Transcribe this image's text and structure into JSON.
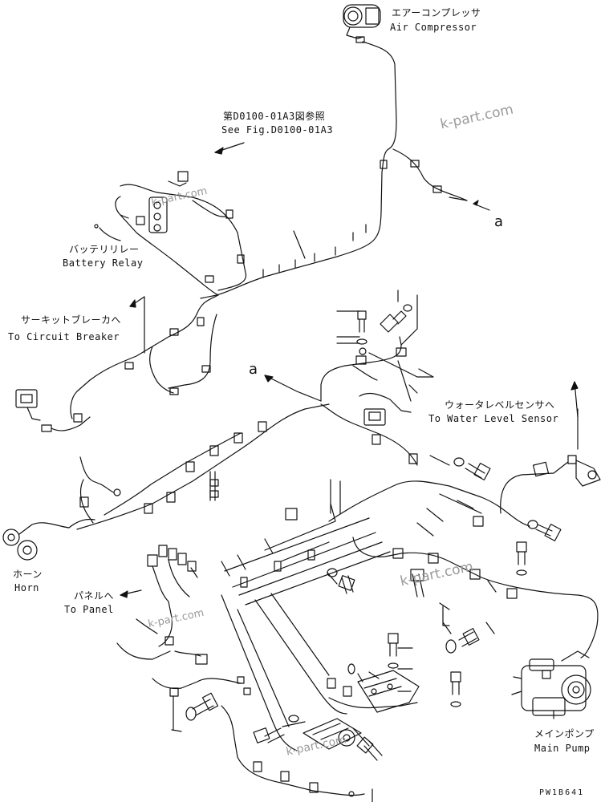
{
  "labels": {
    "air_compressor_jp": "エアーコンプレッサ",
    "air_compressor_en": "Air Compressor",
    "see_fig_jp": "第D0100-01A3図参照",
    "see_fig_en": "See Fig.D0100-01A3",
    "battery_relay_jp": "バッテリリレー",
    "battery_relay_en": "Battery Relay",
    "circuit_breaker_jp": "サーキットブレーカへ",
    "circuit_breaker_en": "To Circuit Breaker",
    "water_level_jp": "ウォータレベルセンサへ",
    "water_level_en": "To Water Level Sensor",
    "horn_jp": "ホーン",
    "horn_en": "Horn",
    "panel_jp": "パネルへ",
    "panel_en": "To Panel",
    "main_pump_jp": "メインポンプ",
    "main_pump_en": "Main Pump",
    "ref_a_right": "a",
    "ref_a_center": "a",
    "drawing_code": "PW1B641"
  },
  "watermarks": [
    "k-part.com",
    "k-part.com",
    "k-part.com",
    "k-part.com",
    "k-part.com"
  ]
}
